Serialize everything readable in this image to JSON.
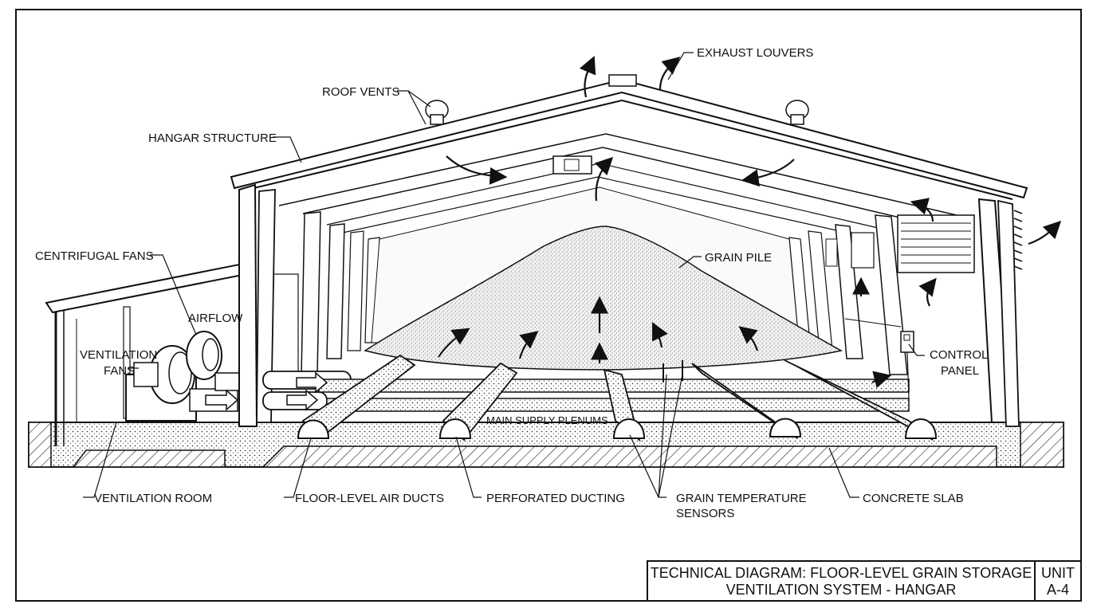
{
  "labels": {
    "exhaust_louvers": "EXHAUST LOUVERS",
    "roof_vents": "ROOF VENTS",
    "hangar_structure": "HANGAR STRUCTURE",
    "centrifugal_fans": "CENTRIFUGAL FANS",
    "airflow": "AIRFLOW",
    "ventilation_fans_line1": "VENTILATION",
    "ventilation_fans_line2": "FANS",
    "grain_pile": "GRAIN PILE",
    "control_panel_line1": "CONTROL",
    "control_panel_line2": "PANEL",
    "main_supply_plenums": "MAIN SUPPLY PLENUMS",
    "ventilation_room": "VENTILATION ROOM",
    "floor_level_air_ducts": "FLOOR-LEVEL AIR DUCTS",
    "perforated_ducting": "PERFORATED DUCTING",
    "grain_temperature_sensors_line1": "GRAIN TEMPERATURE",
    "grain_temperature_sensors_line2": "SENSORS",
    "concrete_slab": "CONCRETE SLAB"
  },
  "title_block": {
    "title_line1": "TECHNICAL DIAGRAM: FLOOR-LEVEL GRAIN STORAGE",
    "title_line2": "VENTILATION SYSTEM - HANGAR",
    "unit_label": "UNIT",
    "unit_value": "A-4"
  }
}
